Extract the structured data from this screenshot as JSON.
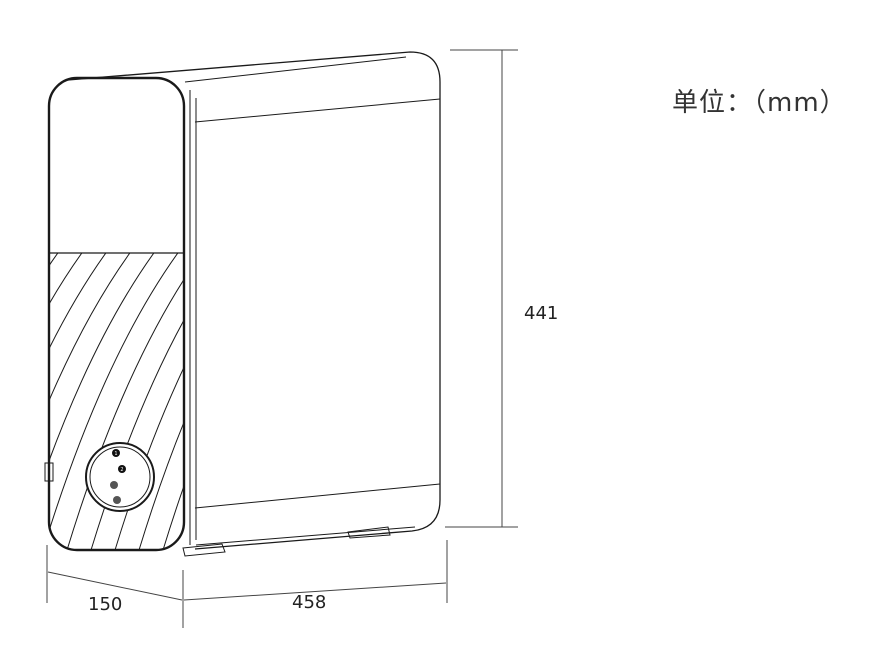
{
  "unit_label": "单位：（mm）",
  "dimensions": {
    "height": "441",
    "depth": "150",
    "width": "458"
  },
  "control_panel": {
    "buttons": [
      "1",
      "2",
      "",
      ""
    ]
  },
  "colors": {
    "line": "#1a1a1a",
    "text": "#222222"
  }
}
